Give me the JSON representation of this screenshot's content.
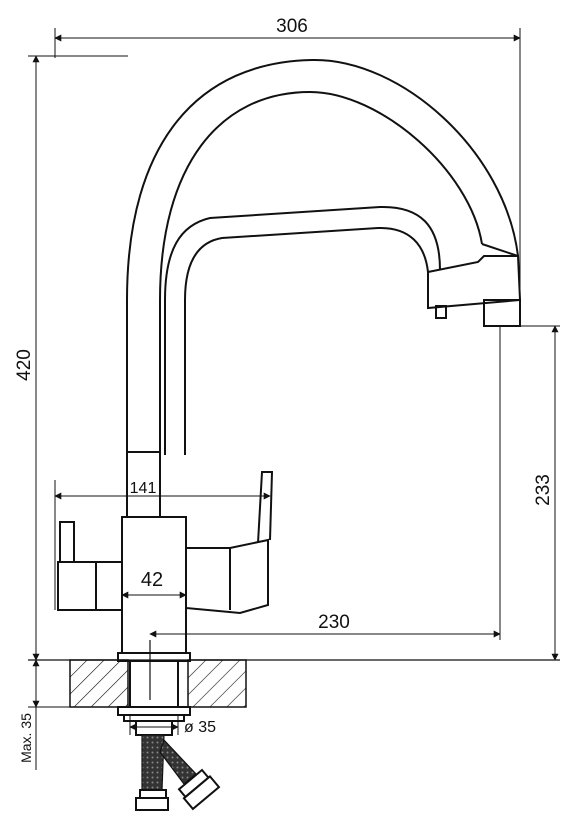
{
  "dimensions": {
    "overall_width": "306",
    "overall_height": "420",
    "spout_height": "233",
    "spout_reach": "230",
    "lever_span": "141",
    "body_width": "42",
    "hole_diameter": "ø 35",
    "max_thickness": "Max. 35"
  },
  "colors": {
    "line": "#111111",
    "background": "#ffffff"
  }
}
